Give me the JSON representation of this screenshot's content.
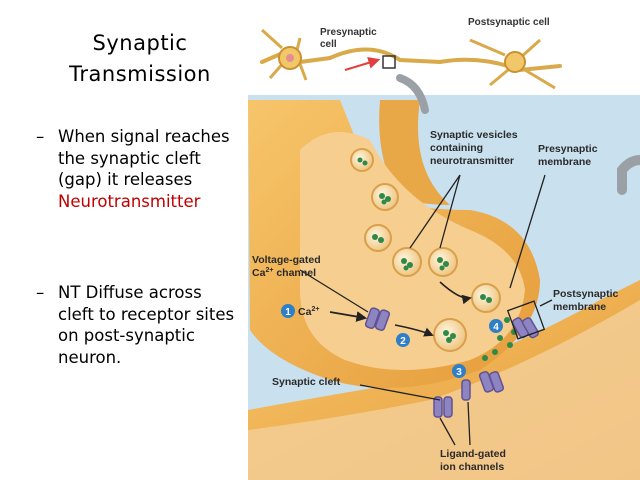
{
  "slide": {
    "title_line1": "Synaptic",
    "title_line2": "Transmission",
    "bullets": [
      {
        "dash": "–",
        "pre": "When signal reaches the synaptic cleft (gap) it releases ",
        "highlight": "Neurotransmitter"
      },
      {
        "dash": "–",
        "pre": "NT Diffuse across cleft to receptor sites on post-synaptic neuron.",
        "highlight": ""
      }
    ],
    "highlight_color": "#c00000"
  },
  "diagram": {
    "inset_pre_line1": "Presynaptic",
    "inset_pre_line2": "cell",
    "inset_post": "Postsynaptic cell",
    "vesicles_line1": "Synaptic vesicles",
    "vesicles_line2": "containing",
    "vesicles_line3": "neurotransmitter",
    "pre_membrane_line1": "Presynaptic",
    "pre_membrane_line2": "membrane",
    "voltage_line1": "Voltage-gated",
    "voltage_line2": "Ca",
    "voltage_sup": "2+",
    "voltage_line2_rest": " channel",
    "post_membrane_line1": "Postsynaptic",
    "post_membrane_line2": "membrane",
    "ca_label": "Ca",
    "ca_sup": "2+",
    "cleft": "Synaptic cleft",
    "ligand_line1": "Ligand-gated",
    "ligand_line2": "ion channels",
    "steps": [
      "1",
      "2",
      "3",
      "4"
    ],
    "colors": {
      "neuron": "#f2b350",
      "bouton": "#f6cf90",
      "fluid": "#bcd8ea",
      "step_badge": "#2f7fc8",
      "channel": "#8f84c2"
    }
  }
}
